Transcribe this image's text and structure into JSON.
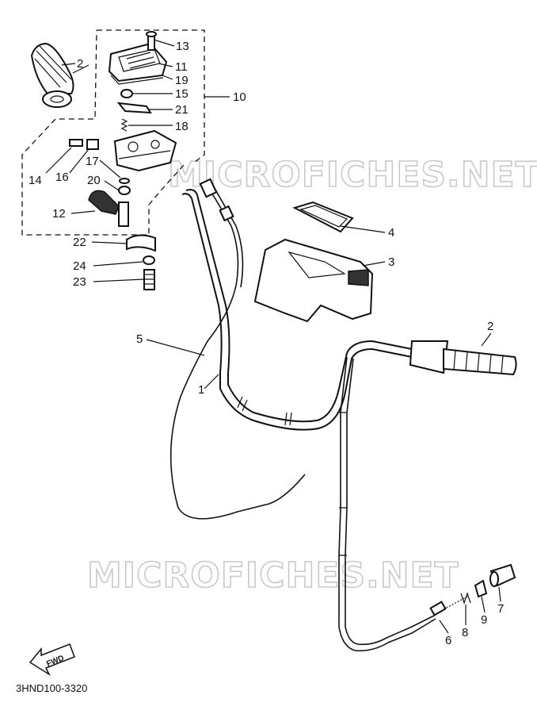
{
  "watermark_top": "MICROFICHES.NET",
  "watermark_bottom": "MICROFICHES.NET",
  "diagram_code": "3HND100-3320",
  "fwd_label": "FWD",
  "callouts": {
    "c13": "13",
    "c11": "11",
    "c19": "19",
    "c15": "15",
    "c21": "21",
    "c18": "18",
    "c10": "10",
    "c2a": "2",
    "c14": "14",
    "c16": "16",
    "c17": "17",
    "c20": "20",
    "c12": "12",
    "c22": "22",
    "c24": "24",
    "c23": "23",
    "c4": "4",
    "c3": "3",
    "c5": "5",
    "c1": "1",
    "c2b": "2",
    "c6": "6",
    "c8": "8",
    "c9": "9",
    "c7": "7"
  }
}
